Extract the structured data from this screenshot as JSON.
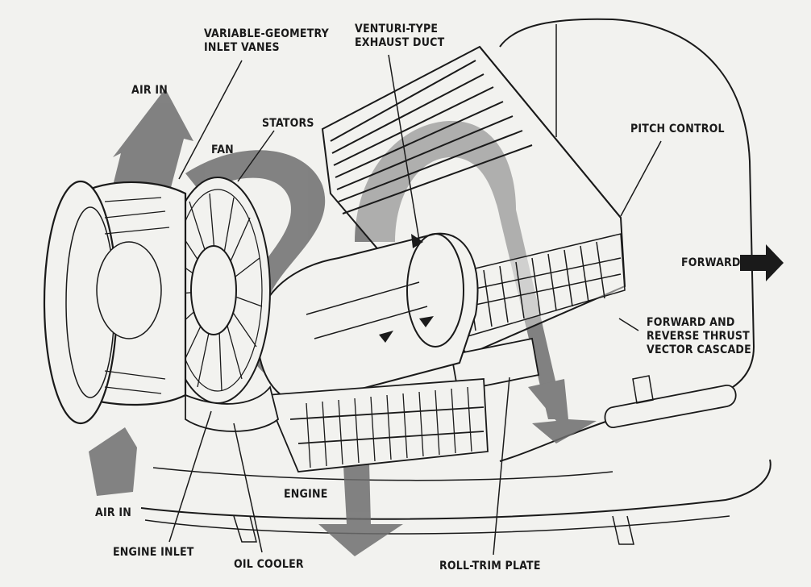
{
  "colors": {
    "background": "#f2f2ef",
    "ink": "#1a1a1a",
    "airflow": "#6e6e6e"
  },
  "labels": {
    "variable_geometry_inlet_vanes": [
      "VARIABLE-GEOMETRY",
      "INLET VANES"
    ],
    "venturi_type_exhaust_duct": [
      "VENTURI-TYPE",
      "EXHAUST DUCT"
    ],
    "air_in_top": "AIR IN",
    "stators": "STATORS",
    "fan": "FAN",
    "pitch_control": "PITCH CONTROL",
    "forward": "FORWARD",
    "forward_and_reverse_thrust_vector_cascade": [
      "FORWARD AND",
      "REVERSE THRUST",
      "VECTOR CASCADE"
    ],
    "engine": "ENGINE",
    "air_in_bottom": "AIR IN",
    "engine_inlet": "ENGINE INLET",
    "oil_cooler": "OIL COOLER",
    "roll_trim_plate": "ROLL-TRIM PLATE"
  }
}
